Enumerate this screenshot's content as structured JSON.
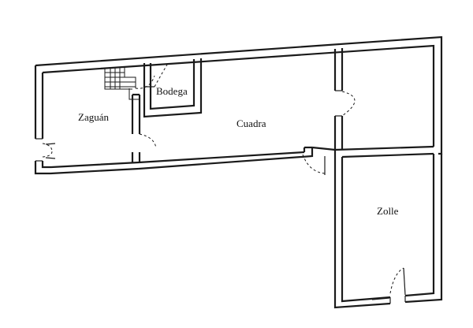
{
  "rooms": {
    "zaguan": "Zaguán",
    "bodega": "Bodega",
    "cuadra": "Cuadra",
    "zolle": "Zolle"
  }
}
